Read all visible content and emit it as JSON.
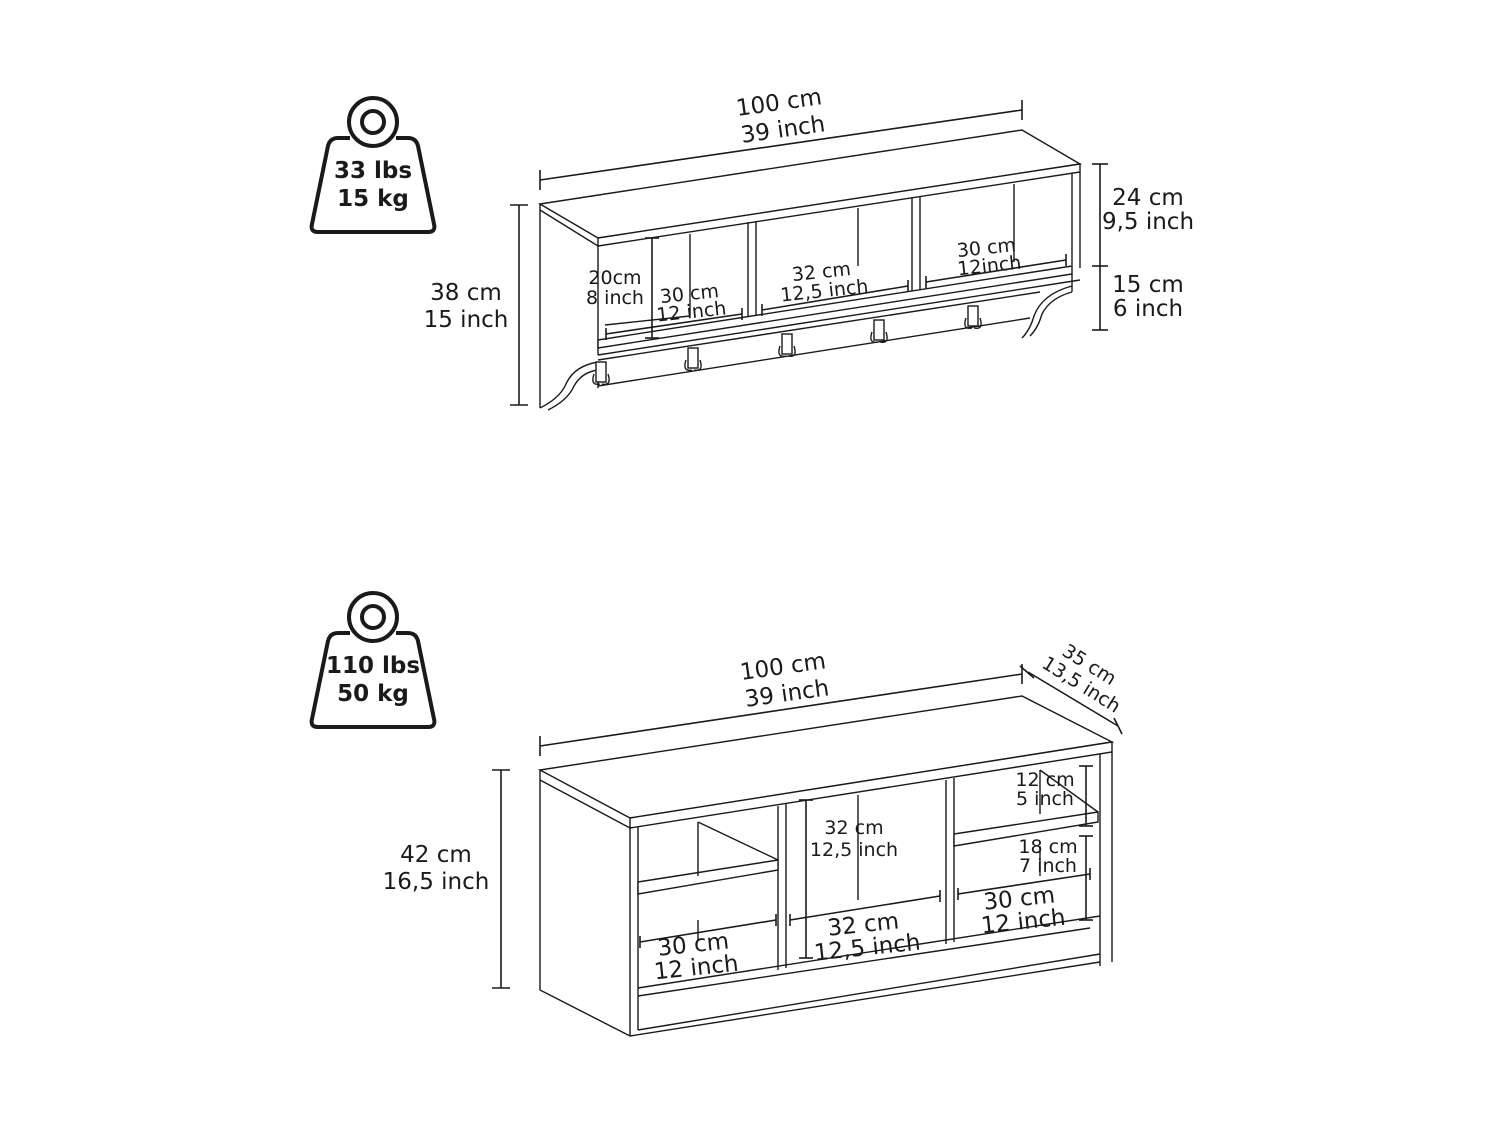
{
  "wall_shelf": {
    "weight": {
      "lbs": "33 lbs",
      "kg": "15 kg"
    },
    "width": {
      "cm": "100 cm",
      "inch": "39 inch"
    },
    "height": {
      "cm": "38 cm",
      "inch": "15 inch"
    },
    "upper_height": {
      "cm": "24 cm",
      "inch": "9,5 inch"
    },
    "lower_height": {
      "cm": "15 cm",
      "inch": "6 inch"
    },
    "cubby_height": {
      "cm": "20cm",
      "inch": "8 inch"
    },
    "left_cubby_width": {
      "cm": "30 cm",
      "inch": "12 inch"
    },
    "middle_cubby_width": {
      "cm": "32 cm",
      "inch": "12,5 inch"
    },
    "right_cubby_width": {
      "cm": "30 cm",
      "inch": "12inch"
    }
  },
  "bench": {
    "weight": {
      "lbs": "110 lbs",
      "kg": "50 kg"
    },
    "width": {
      "cm": "100 cm",
      "inch": "39 inch"
    },
    "depth": {
      "cm": "35 cm",
      "inch": "13,5 inch"
    },
    "height": {
      "cm": "42 cm",
      "inch": "16,5 inch"
    },
    "middle_height": {
      "cm": "32 cm",
      "inch": "12,5 inch"
    },
    "right_top_height": {
      "cm": "12 cm",
      "inch": "5 inch"
    },
    "right_mid_height": {
      "cm": "18 cm",
      "inch": "7 inch"
    },
    "left_width": {
      "cm": "30 cm",
      "inch": "12 inch"
    },
    "middle_width": {
      "cm": "32 cm",
      "inch": "12,5 inch"
    },
    "right_width": {
      "cm": "30 cm",
      "inch": "12 inch"
    }
  }
}
